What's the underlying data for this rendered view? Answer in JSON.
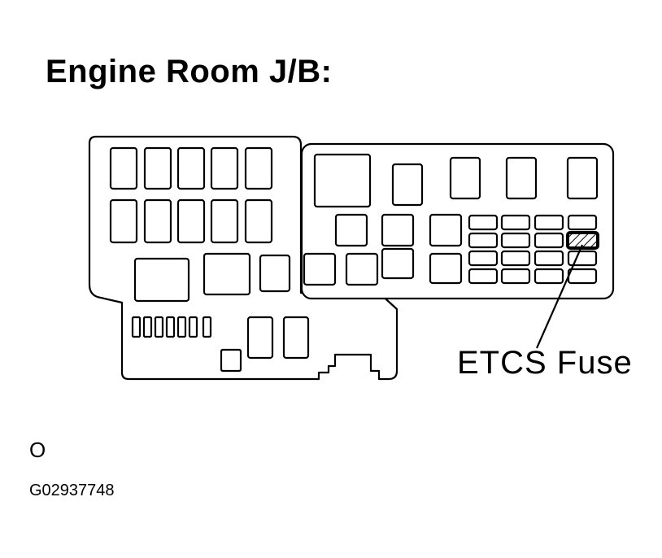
{
  "title": "Engine Room J/B:",
  "callout_label": "ETCS Fuse",
  "marker": "O",
  "figure_id": "G02937748",
  "icons": {
    "hatched_fuse": "hatched-fuse-icon"
  }
}
